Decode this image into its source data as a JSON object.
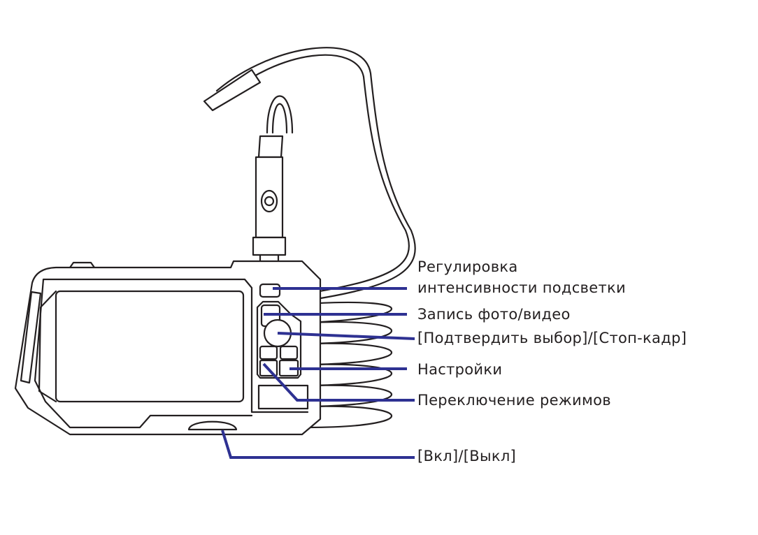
{
  "labels": {
    "backlight": [
      "Регулировка",
      "интенсивности подсветки"
    ],
    "record": "Запись фото/видео",
    "confirm": "[Подтвердить выбор]/[Стоп-кадр]",
    "settings": "Настройки",
    "mode": "Переключение режимов",
    "power": "[Вкл]/[Выкл]"
  },
  "colors": {
    "leader": "#2e3192",
    "outline": "#231f20"
  }
}
